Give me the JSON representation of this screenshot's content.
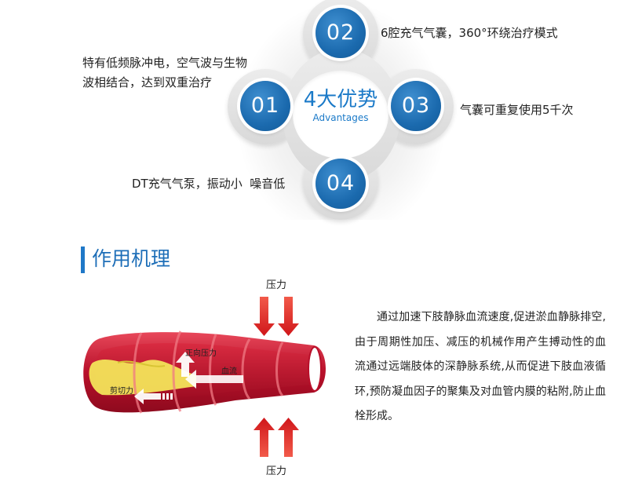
{
  "advantages": {
    "title": "4大优势",
    "subtitle": "Advantages",
    "items": [
      {
        "number": "01",
        "text_lines": [
          "特有低频脉冲电，空气波与生物",
          "波相结合，达到双重治疗"
        ]
      },
      {
        "number": "02",
        "text_lines": [
          "6腔充气气囊，360°环绕治疗模式"
        ]
      },
      {
        "number": "03",
        "text_lines": [
          "气囊可重复使用5千次"
        ]
      },
      {
        "number": "04",
        "text_lines": [
          "DT充气气泵，振动小  噪音低"
        ]
      }
    ],
    "colors": {
      "badge": "#1b6aae",
      "title": "#1b7ac8",
      "lobe": "#e0e0e0"
    }
  },
  "mechanism": {
    "section_title": "作用机理",
    "description": "通过加速下肢静脉血流速度,促进淤血静脉排空,由于周期性加压、减压的机械作用产生搏动性的血流通过远端肢体的深静脉系统,从而促进下肢血液循环,预防凝血因子的聚集及对血管内膜的粘附,防止血栓形成。",
    "diagram": {
      "pressure_top": "压力",
      "pressure_bottom": "压力",
      "forward_pressure": "正向压力",
      "blood_flow": "血流",
      "shear_force": "剪切力"
    },
    "colors": {
      "accent": "#1f78c8",
      "vessel": "#c8102e",
      "arrow": "#e0241c"
    }
  }
}
